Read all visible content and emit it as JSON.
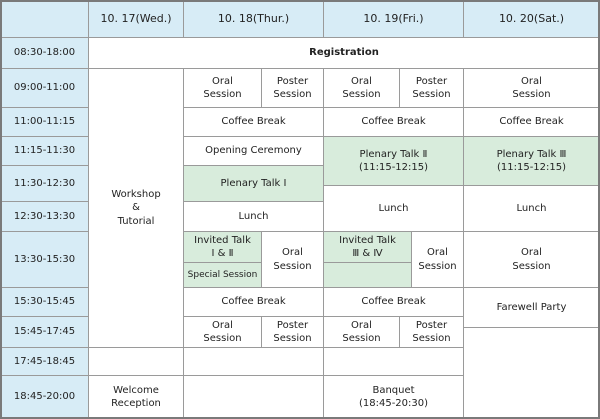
{
  "headers": {
    "day1": "10. 17(Wed.)",
    "day2": "10. 18(Thur.)",
    "day3": "10. 19(Fri.)",
    "day4": "10. 20(Sat.)"
  },
  "times": {
    "t1": "08:30-18:00",
    "t2": "09:00-11:00",
    "t3": "11:00-11:15",
    "t4": "11:15-11:30",
    "t5": "11:30-12:30",
    "t6": "12:30-13:30",
    "t7": "13:30-15:30",
    "t8": "15:30-15:45",
    "t9": "15:45-17:45",
    "t10": "17:45-18:45",
    "t11": "18:45-20:00"
  },
  "events": {
    "registration": "Registration",
    "workshop_line1": "Workshop",
    "workshop_line2": "&",
    "workshop_line3": "Tutorial",
    "welcome_line1": "Welcome",
    "welcome_line2": "Reception",
    "oral_line1": "Oral",
    "oral_line2": "Session",
    "poster_line1": "Poster",
    "poster_line2": "Session",
    "coffee_break": "Coffee Break",
    "opening_ceremony": "Opening Ceremony",
    "plenary1": "Plenary Talk Ⅰ",
    "plenary2": "Plenary Talk Ⅱ",
    "plenary3": "Plenary Talk Ⅲ",
    "plenary_time": "(11:15-12:15)",
    "lunch": "Lunch",
    "invited1_line1": "Invited Talk",
    "invited1_line2": "Ⅰ & Ⅱ",
    "invited2_line1": "Invited Talk",
    "invited2_line2": "Ⅲ & Ⅳ",
    "special_session": "Special Session",
    "farewell_party": "Farewell Party",
    "banquet_line1": "Banquet",
    "banquet_line2": "(18:45-20:30)"
  },
  "colors": {
    "header_bg": "#d7ecf6",
    "plenary_bg": "#d8ecdc",
    "border": "#9a9a9a"
  }
}
